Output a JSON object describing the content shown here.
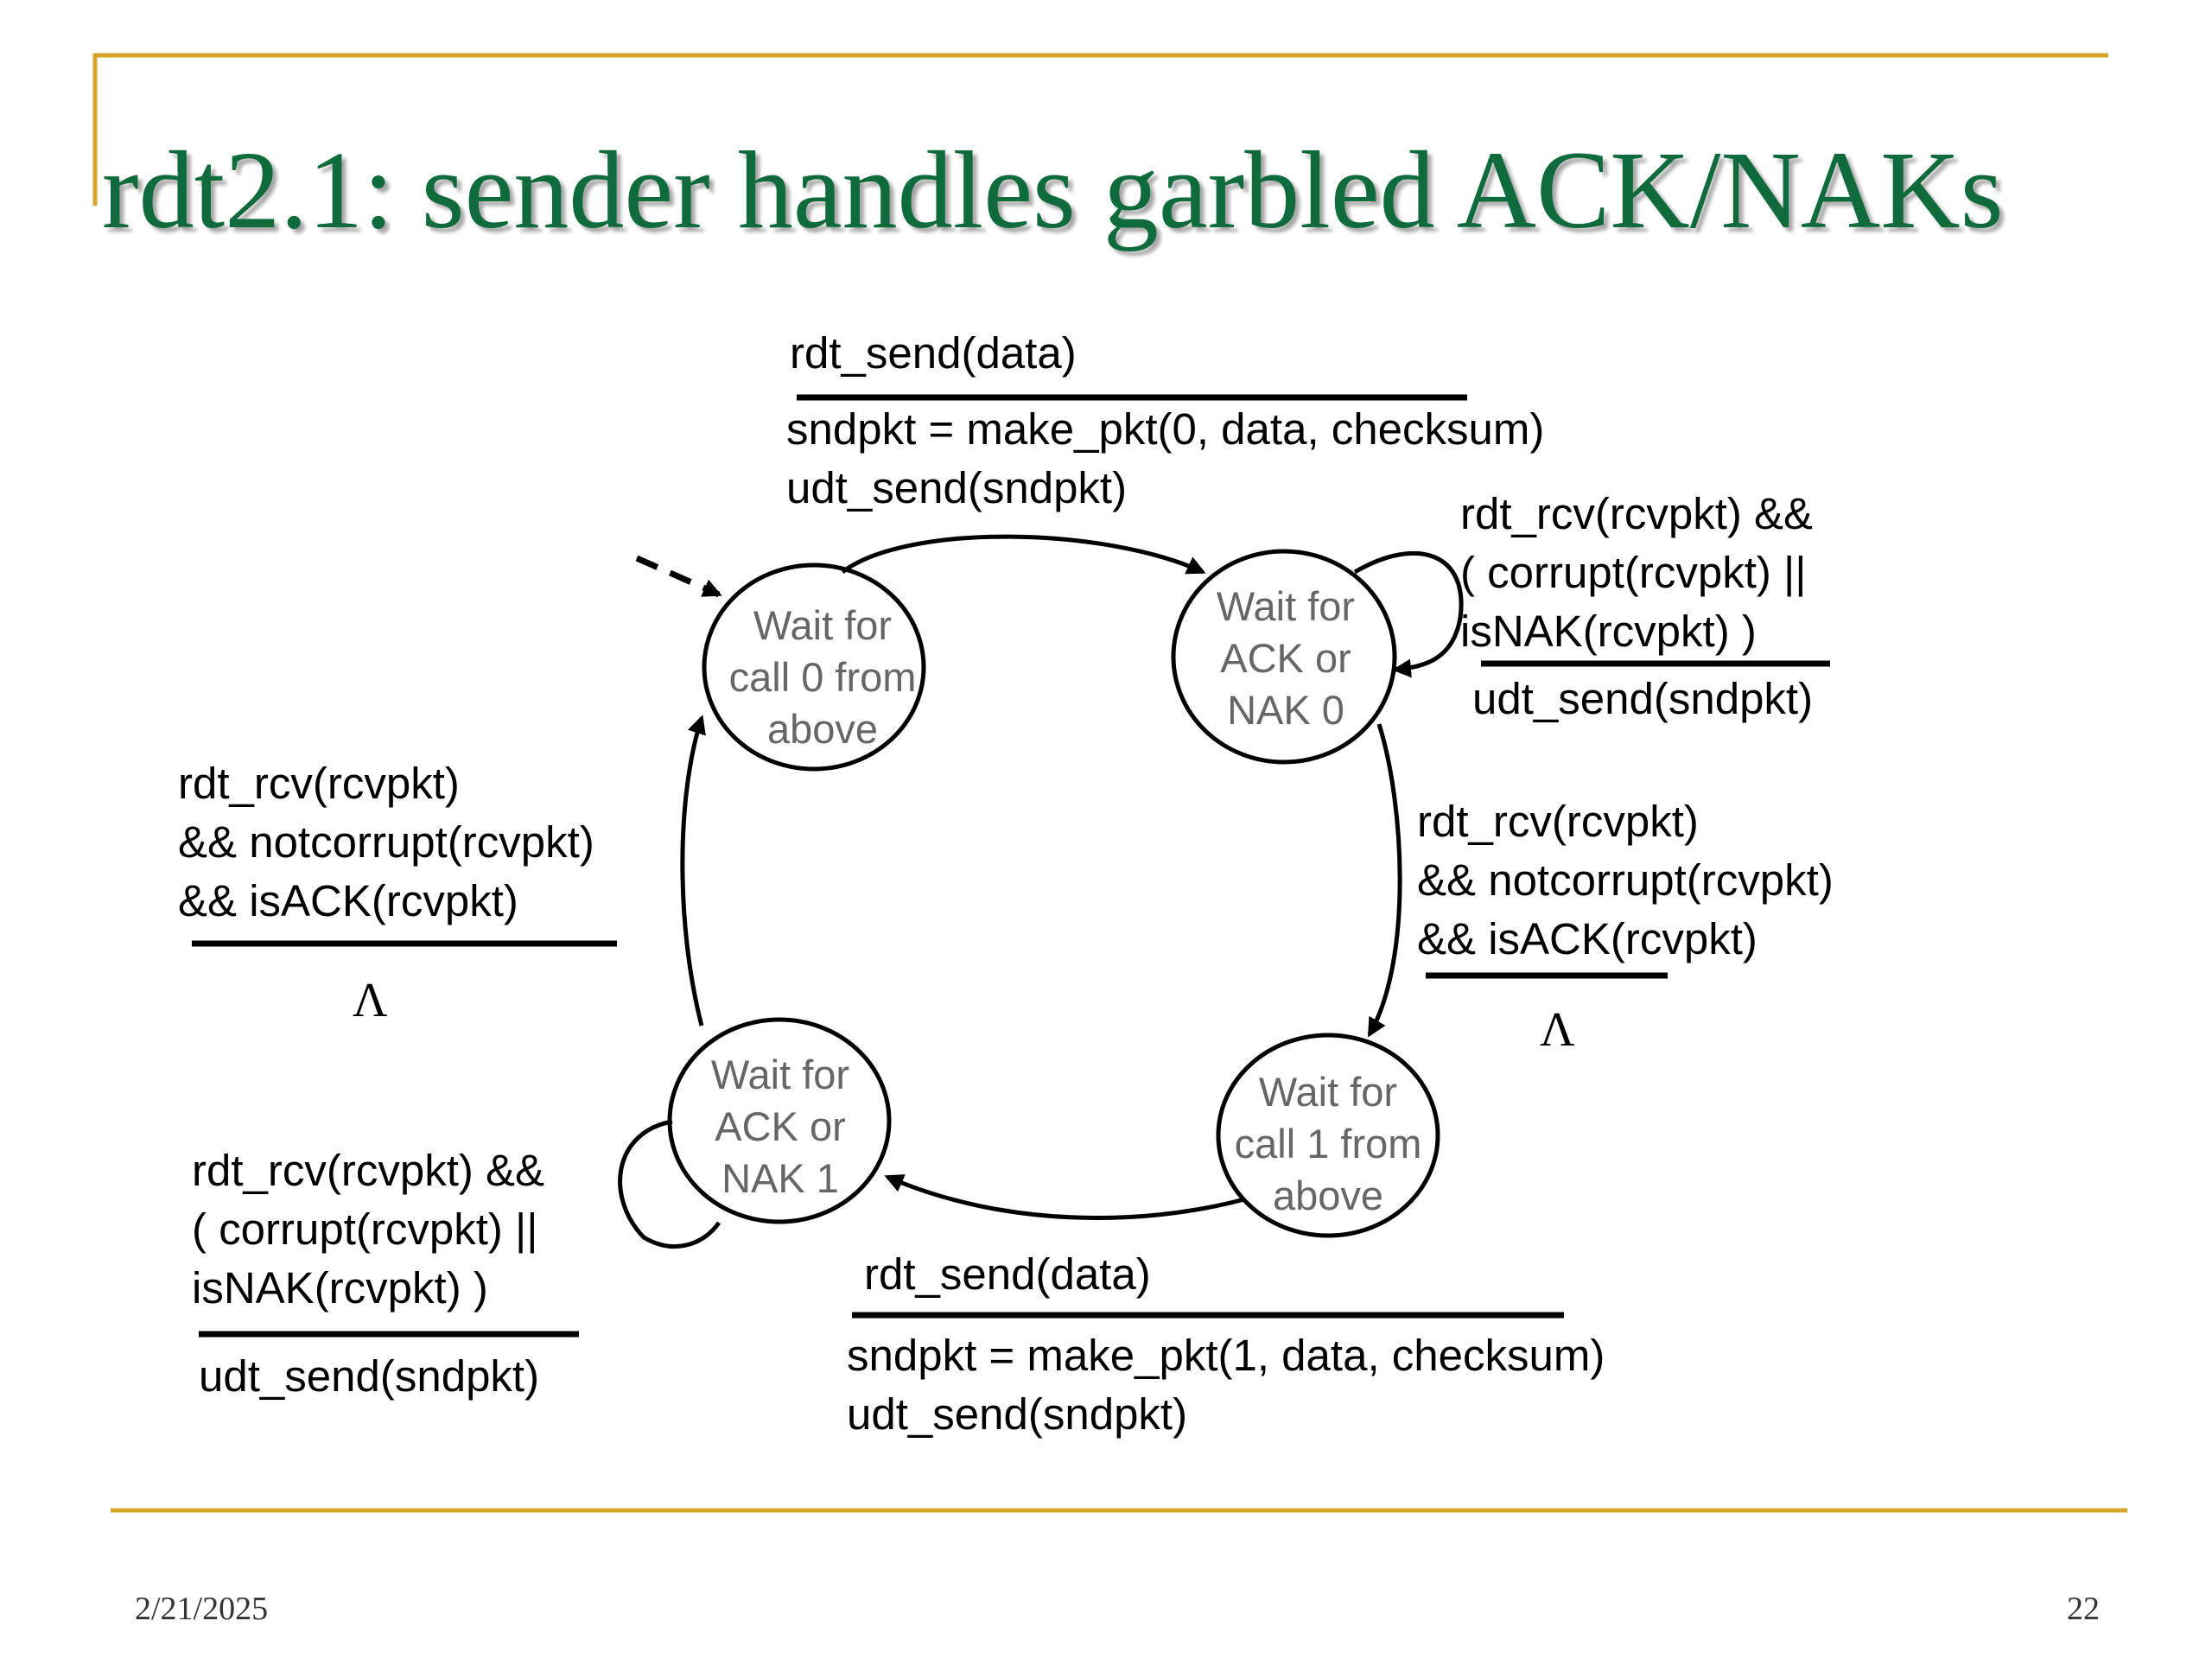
{
  "slide": {
    "title": "rdt2.1: sender handles garbled ACK/NAKs",
    "date": "2/21/2025",
    "page_number": "22",
    "colors": {
      "title": "#0f6b3c",
      "rule": "#d4a52a",
      "state_text": "#666666"
    }
  },
  "states": {
    "wait_call_0": [
      "Wait for",
      "call 0 from",
      "above"
    ],
    "wait_ack_0": [
      "Wait for",
      "ACK or",
      "NAK 0"
    ],
    "wait_call_1": [
      "Wait for",
      "call 1 from",
      "above"
    ],
    "wait_ack_1": [
      "Wait for",
      "ACK or",
      "NAK 1"
    ]
  },
  "transitions": {
    "send_0": {
      "event": [
        "rdt_send(data)"
      ],
      "actions": [
        "sndpkt = make_pkt(0, data, checksum)",
        "udt_send(sndpkt)"
      ]
    },
    "retransmit_0": {
      "event": [
        "rdt_rcv(rcvpkt) &&",
        "( corrupt(rcvpkt) ||",
        "isNAK(rcvpkt) )"
      ],
      "actions": [
        "udt_send(sndpkt)"
      ]
    },
    "ack_0": {
      "event": [
        "rdt_rcv(rcvpkt)",
        "&& notcorrupt(rcvpkt)",
        "&& isACK(rcvpkt)"
      ],
      "actions": [
        "Λ"
      ]
    },
    "send_1": {
      "event": [
        "rdt_send(data)"
      ],
      "actions": [
        "sndpkt = make_pkt(1, data, checksum)",
        "udt_send(sndpkt)"
      ]
    },
    "retransmit_1": {
      "event": [
        "rdt_rcv(rcvpkt) &&",
        "( corrupt(rcvpkt) ||",
        "isNAK(rcvpkt) )"
      ],
      "actions": [
        "udt_send(sndpkt)"
      ]
    },
    "ack_1": {
      "event": [
        "rdt_rcv(rcvpkt)",
        "&& notcorrupt(rcvpkt)",
        "&& isACK(rcvpkt)"
      ],
      "actions": [
        "Λ"
      ]
    }
  }
}
